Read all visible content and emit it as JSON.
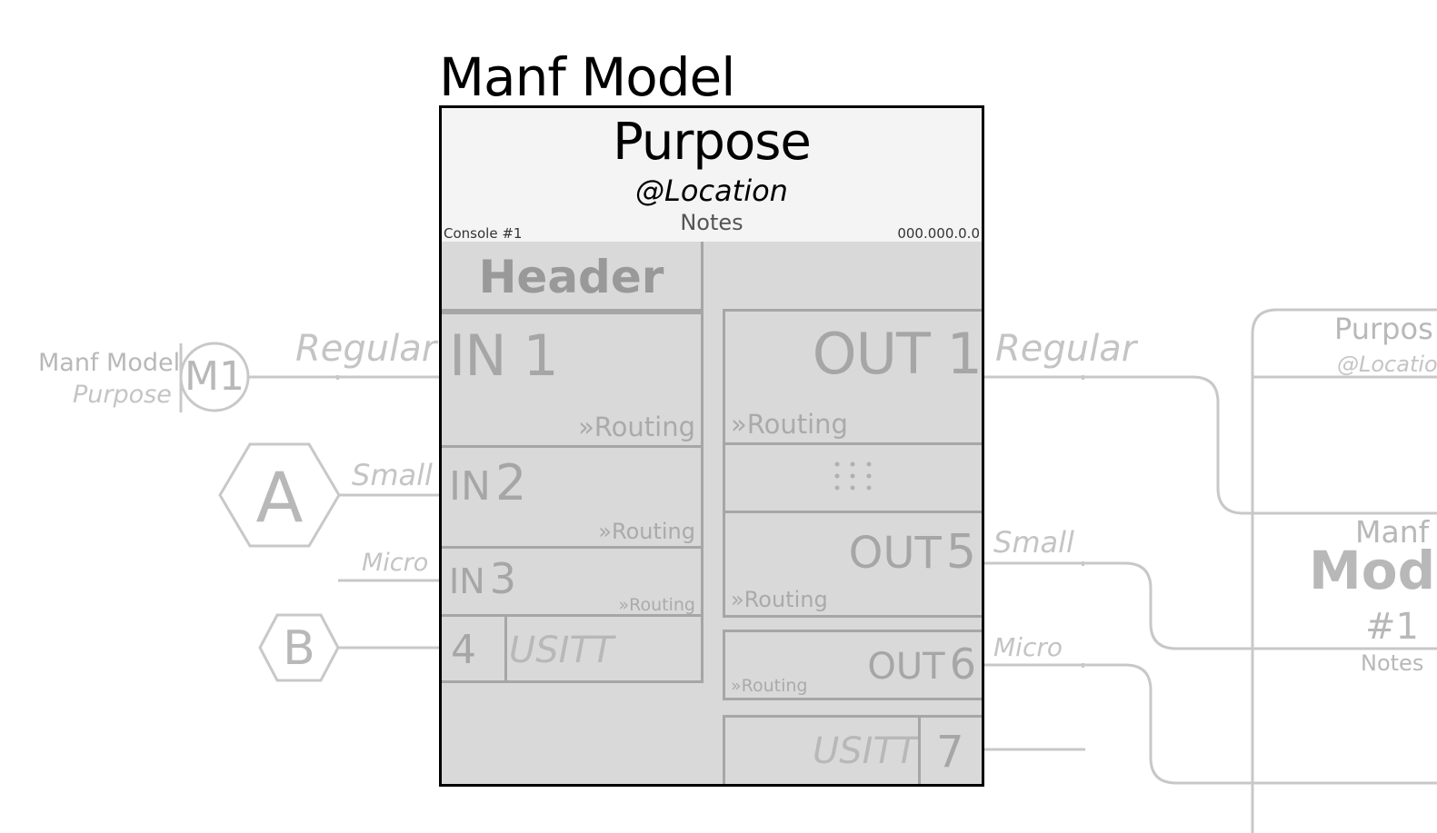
{
  "device": {
    "manufacturer_model": "Manf Model",
    "purpose": "Purpose",
    "location": "@Location",
    "notes": "Notes",
    "console": "Console #1",
    "ip": "000.000.0.0",
    "header": "Header"
  },
  "inputs": [
    {
      "prefix": "IN",
      "number": "1",
      "routing": "»Routing",
      "signal": "Regular"
    },
    {
      "prefix": "IN",
      "number": "2",
      "routing": "»Routing",
      "signal": "Small"
    },
    {
      "prefix": "IN",
      "number": "3",
      "routing": "»Routing",
      "signal": "Micro"
    },
    {
      "number": "4",
      "type": "USITT"
    }
  ],
  "outputs": [
    {
      "prefix": "OUT",
      "number": "1",
      "routing": "»Routing",
      "signal": "Regular"
    },
    {
      "gap": ":::"
    },
    {
      "prefix": "OUT",
      "number": "5",
      "routing": "»Routing",
      "signal": "Small"
    },
    {
      "prefix": "OUT",
      "number": "6",
      "routing": "»Routing",
      "signal": "Micro"
    },
    {
      "number": "7",
      "type": "USITT"
    }
  ],
  "left_devices": {
    "m1": {
      "model": "Manf Model",
      "purpose": "Purpose",
      "symbol": "M1"
    },
    "hex_a": {
      "symbol": "A"
    },
    "hex_b": {
      "symbol": "B"
    }
  },
  "right_device": {
    "purpose": "Purpos",
    "location": "@Locatio",
    "manf": "Manf",
    "model": "Mode",
    "number": "#1",
    "notes": "Notes"
  },
  "colors": {
    "frame": "#000000",
    "header_bg": "#f4f4f4",
    "body_bg": "#d9d9d9",
    "port_border": "#a6a6a6",
    "ghost": "#c8c8c8"
  }
}
